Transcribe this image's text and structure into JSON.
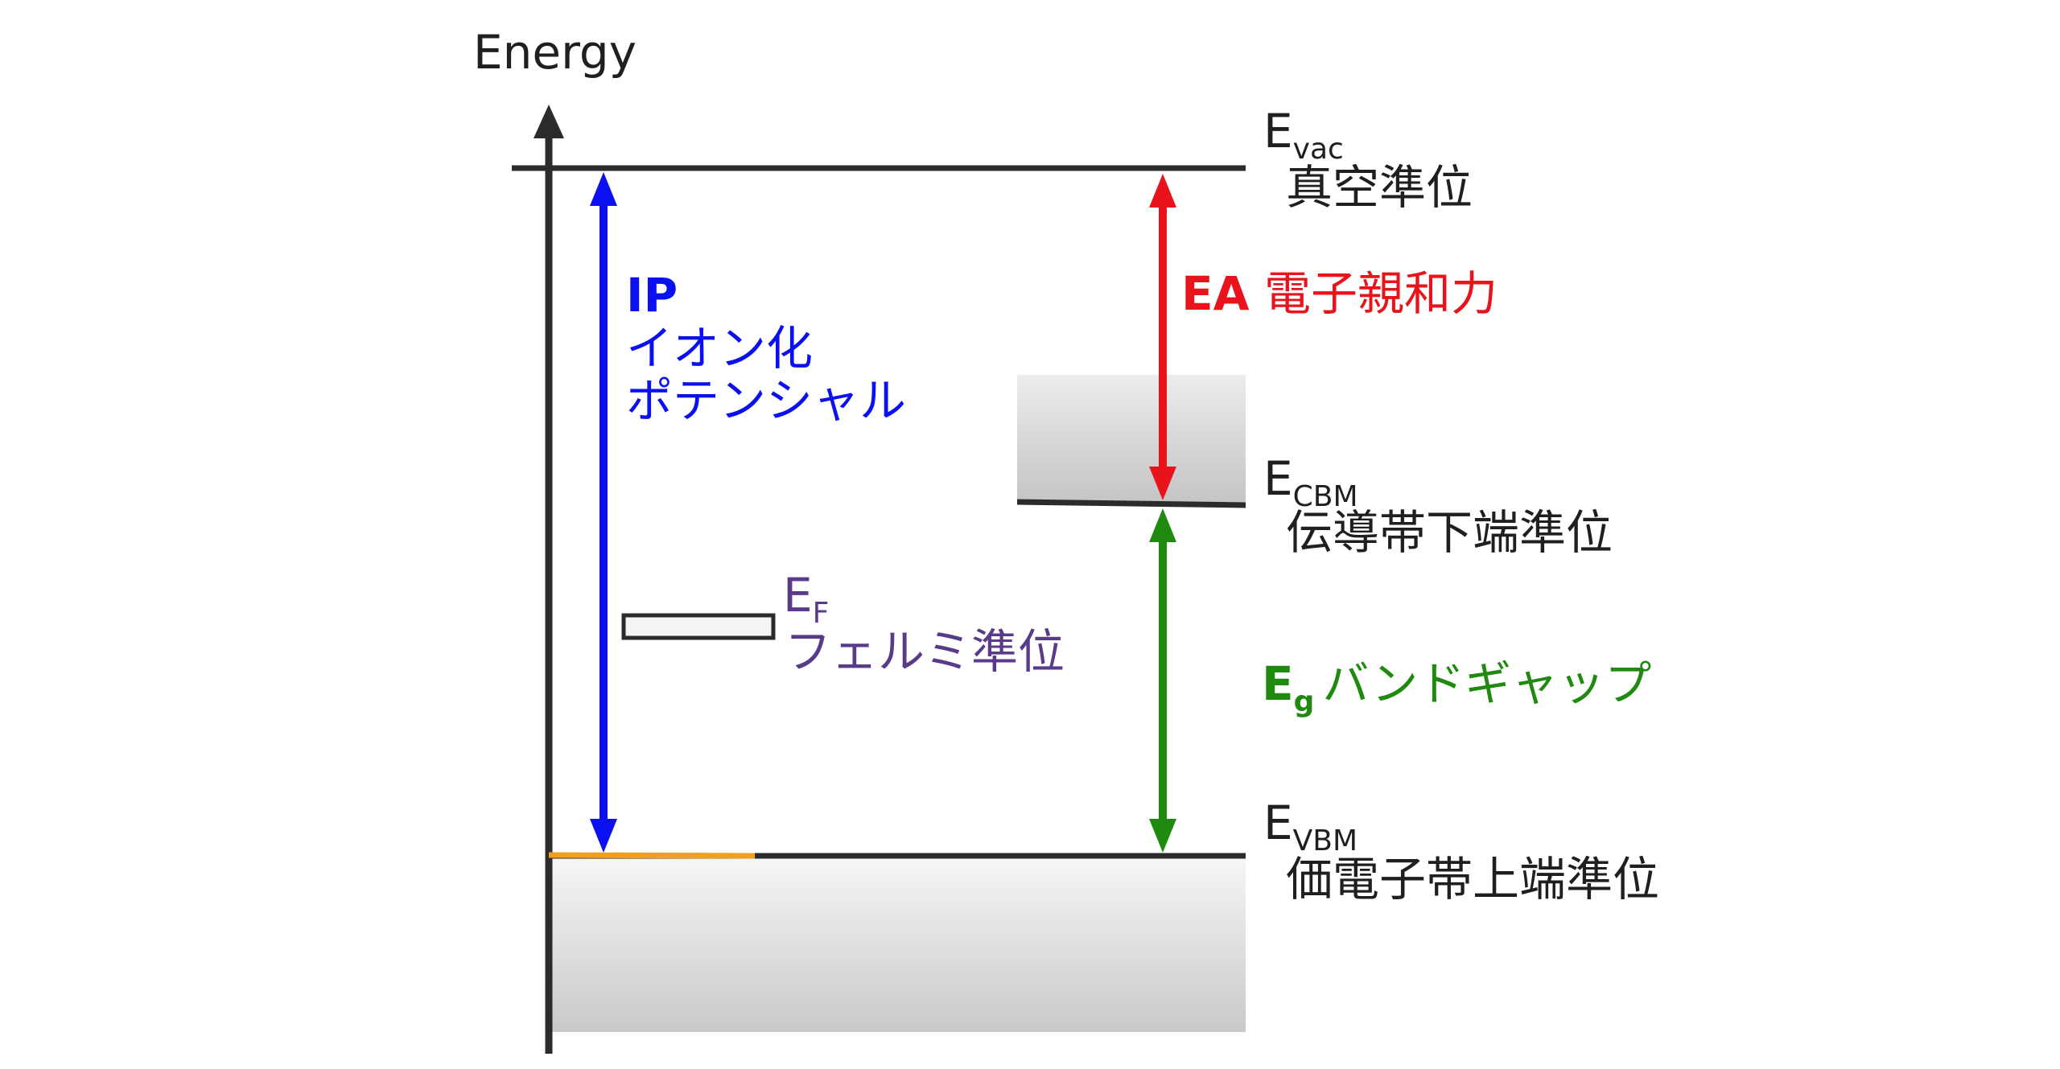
{
  "axis": {
    "label": "Energy"
  },
  "levels": {
    "vacuum": {
      "symbol": "E",
      "subscript": "vac",
      "name": "真空準位"
    },
    "cbm": {
      "symbol": "E",
      "subscript": "CBM",
      "name": "伝導帯下端準位"
    },
    "vbm": {
      "symbol": "E",
      "subscript": "VBM",
      "name": "価電子帯上端準位"
    },
    "fermi": {
      "symbol": "E",
      "subscript": "F",
      "name": "フェルミ準位"
    }
  },
  "quantities": {
    "ip": {
      "abbr": "IP",
      "name_line1": "イオン化",
      "name_line2": "ポテンシャル",
      "color": "#0a10f0"
    },
    "ea": {
      "abbr": "EA",
      "name": "電子親和力",
      "color": "#e8131b"
    },
    "eg": {
      "abbr": "E",
      "abbr_sub": "g",
      "name": "バンドギャップ",
      "color": "#1f8a0f"
    }
  },
  "colors": {
    "axis": "#2b2b2b",
    "level_line": "#2b2b2b",
    "fermi_text": "#5a3b8a",
    "fermi_marker": "#2b2b2b",
    "vbm_accent": "#f0a020",
    "band_fill_top": "#f5f5f5",
    "band_fill_bottom": "#c8c8c8"
  }
}
